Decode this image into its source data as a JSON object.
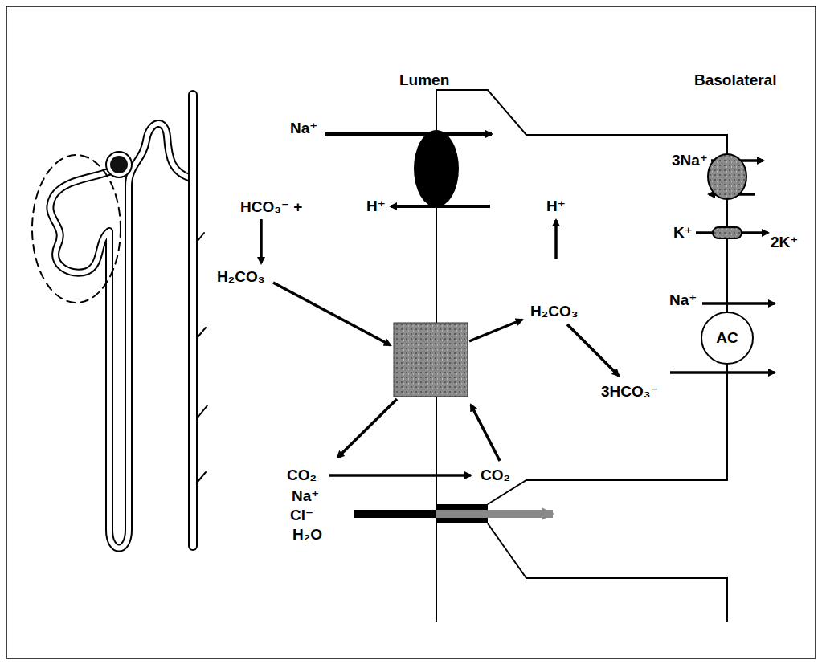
{
  "diagram": {
    "nodes": [
      {
        "text": [
          "AC"
        ]
      }
    ],
    "labels": [
      "Lumen",
      "Basolateral",
      "Na⁺",
      "H⁺",
      "HCO₃⁻ +",
      "H₂CO₃",
      "H⁺",
      "H₂CO₃",
      "3Na⁺",
      "K⁺",
      "2K⁺",
      "Na⁺",
      "3HCO₃⁻",
      "CO₂",
      "CO₂",
      "Na⁺",
      "Cl⁻",
      "H₂O"
    ]
  }
}
